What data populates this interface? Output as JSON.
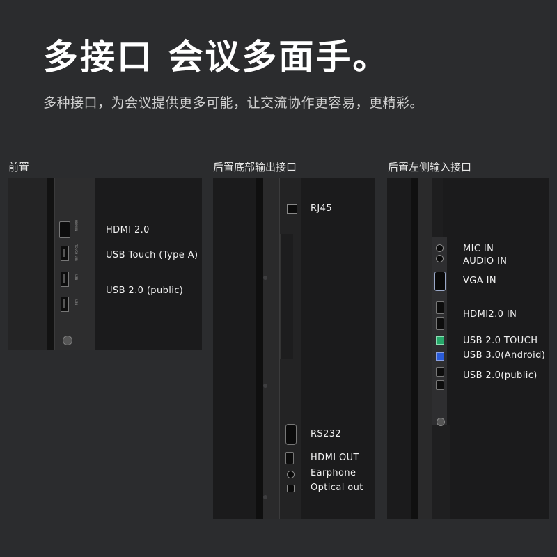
{
  "header": {
    "title": "多接口 会议多面手。",
    "subtitle": "多种接口，为会议提供更多可能，让交流协作更容易，更精彩。"
  },
  "panels": [
    {
      "title": "前置",
      "labels": [
        "HDMI 2.0",
        "USB Touch (Type A)",
        "USB 2.0 (public)"
      ]
    },
    {
      "title": "后置底部输出接口",
      "labels": [
        "RJ45",
        "RS232",
        "HDMI OUT",
        "Earphone",
        "Optical out"
      ]
    },
    {
      "title": "后置左侧输入接口",
      "labels": [
        "MIC IN",
        "AUDIO IN",
        "VGA IN",
        "HDMI2.0 IN",
        "USB 2.0 TOUCH",
        "USB 3.0(Android)",
        "USB 2.0(public)"
      ]
    }
  ],
  "colors": {
    "background": "#2b2c2e",
    "panel": "#1b1b1c",
    "usb3_port": "#2a5bd8",
    "usb_touch_port": "#27a86a"
  }
}
